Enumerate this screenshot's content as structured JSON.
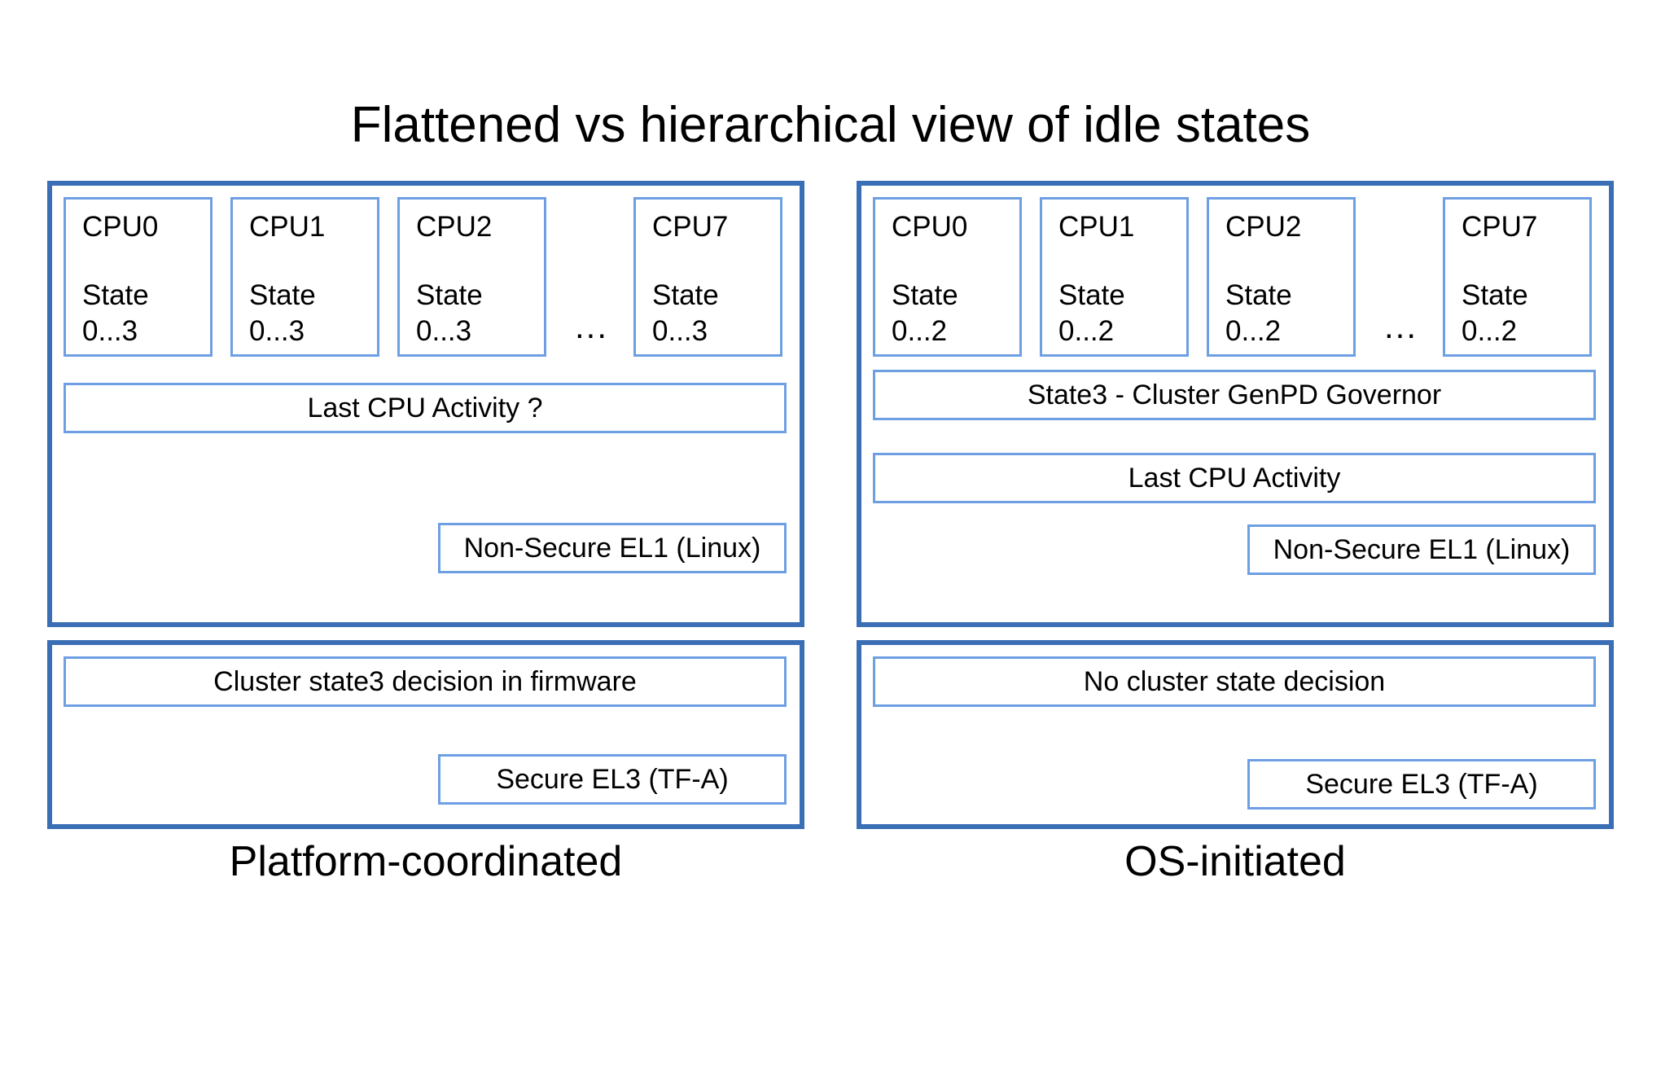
{
  "title": "Flattened vs hierarchical view of idle states",
  "colors": {
    "outer_border": "#3A6EB5",
    "inner_border": "#6E9FE3",
    "background": "#FFFFFF",
    "text": "#000000"
  },
  "columns": [
    {
      "id": "platform-coordinated",
      "caption": "Platform-coordinated",
      "os_panel": {
        "cpus": [
          {
            "name": "CPU0",
            "state_line1": "State",
            "state_line2": "0...3"
          },
          {
            "name": "CPU1",
            "state_line1": "State",
            "state_line2": "0...3"
          },
          {
            "name": "CPU2",
            "state_line1": "State",
            "state_line2": "0...3"
          },
          {
            "name": "CPU7",
            "state_line1": "State",
            "state_line2": "0...3"
          }
        ],
        "ellipsis": "...",
        "bars": [
          {
            "id": "last-cpu-activity",
            "label": "Last CPU Activity ?"
          }
        ],
        "exception_level": "Non-Secure EL1 (Linux)"
      },
      "fw_panel": {
        "bars": [
          {
            "id": "cluster-decision",
            "label": "Cluster state3 decision in firmware"
          }
        ],
        "exception_level": "Secure EL3 (TF-A)"
      }
    },
    {
      "id": "os-initiated",
      "caption": "OS-initiated",
      "os_panel": {
        "cpus": [
          {
            "name": "CPU0",
            "state_line1": "State",
            "state_line2": "0...2"
          },
          {
            "name": "CPU1",
            "state_line1": "State",
            "state_line2": "0...2"
          },
          {
            "name": "CPU2",
            "state_line1": "State",
            "state_line2": "0...2"
          },
          {
            "name": "CPU7",
            "state_line1": "State",
            "state_line2": "0...2"
          }
        ],
        "ellipsis": "...",
        "bars": [
          {
            "id": "cluster-genpd-governor",
            "label": "State3 - Cluster GenPD Governor"
          },
          {
            "id": "last-cpu-activity",
            "label": "Last CPU Activity"
          }
        ],
        "exception_level": "Non-Secure EL1 (Linux)"
      },
      "fw_panel": {
        "bars": [
          {
            "id": "no-cluster-decision",
            "label": "No cluster state decision"
          }
        ],
        "exception_level": "Secure EL3 (TF-A)"
      }
    }
  ]
}
